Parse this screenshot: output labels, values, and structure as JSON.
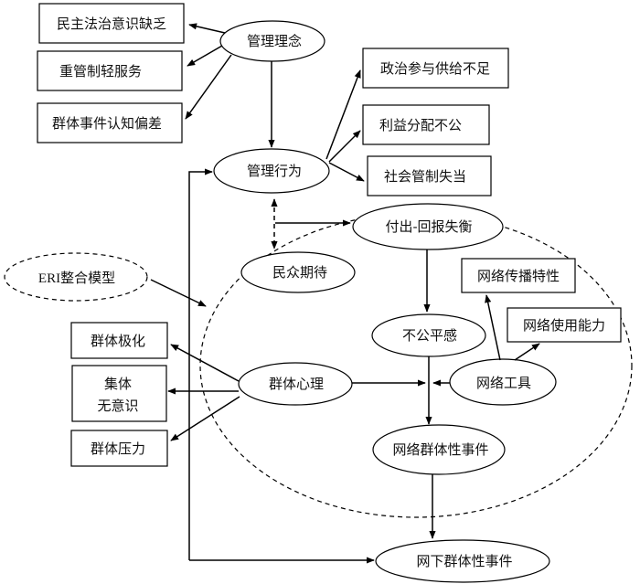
{
  "diagram": {
    "boxes": {
      "democracy_awareness": "民主法治意识缺乏",
      "control_over_service": "重管制轻服务",
      "event_cognition_bias": "群体事件认知偏差",
      "political_participation": "政治参与供给不足",
      "interest_distribution": "利益分配不公",
      "social_control": "社会管制失当",
      "network_spread": "网络传播特性",
      "network_usage": "网络使用能力",
      "group_polarization": "群体极化",
      "collective_unconscious_1": "集体",
      "collective_unconscious_2": "无意识",
      "group_pressure": "群体压力"
    },
    "ellipses": {
      "management_concept": "管理理念",
      "management_behavior": "管理行为",
      "effort_reward_imbalance": "付出-回报失衡",
      "public_expectation": "民众期待",
      "eri_model": "ERI整合模型",
      "unfairness": "不公平感",
      "group_psychology": "群体心理",
      "network_tools": "网络工具",
      "online_mass_incident": "网络群体性事件",
      "offline_mass_incident": "网下群体性事件"
    }
  }
}
